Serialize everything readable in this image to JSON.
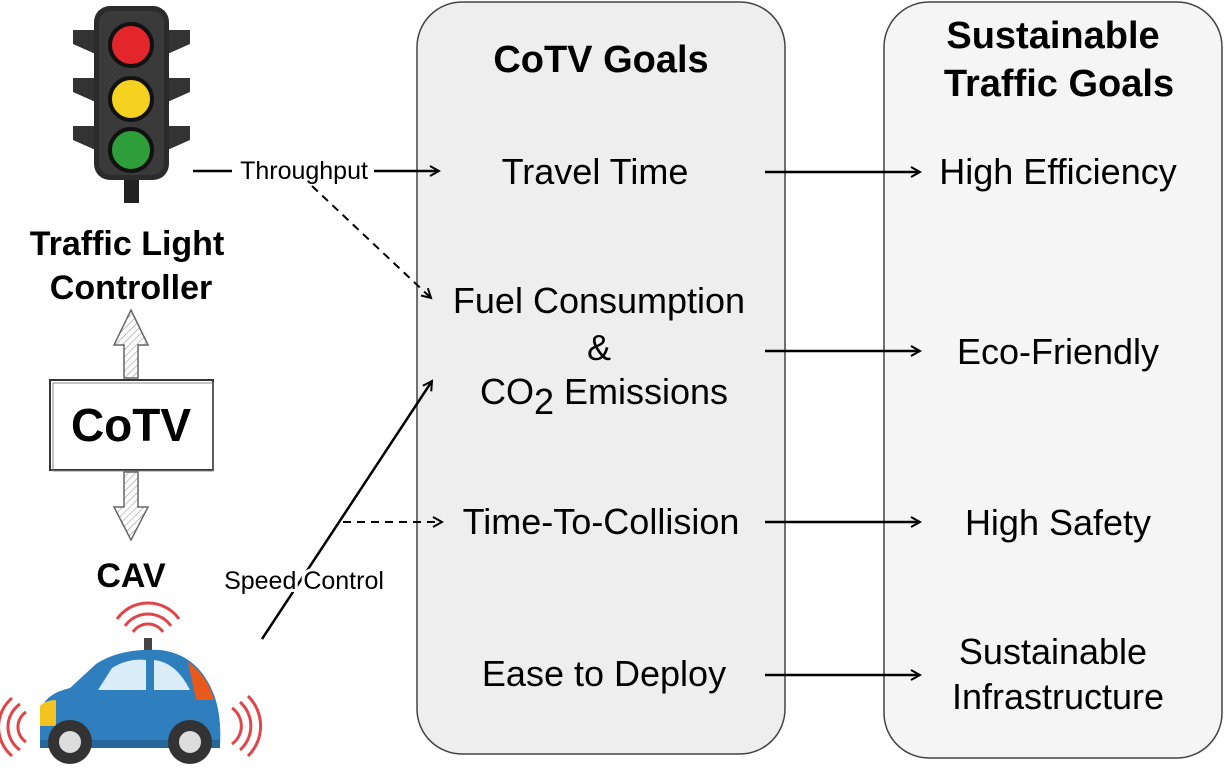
{
  "left": {
    "controller_label_line1": "Traffic Light",
    "controller_label_line2": "Controller",
    "cotv_box_label": "CoTV",
    "cav_label": "CAV"
  },
  "edges": {
    "throughput_label": "Throughput",
    "speed_control_label": "Speed Control"
  },
  "cotv_goals": {
    "title": "CoTV Goals",
    "travel_time": "Travel Time",
    "fuel_line1": "Fuel Consumption",
    "fuel_line2": "&",
    "co2_prefix": "CO",
    "co2_sub": "2",
    "co2_suffix": " Emissions",
    "ttc": "Time-To-Collision",
    "ease_deploy": "Ease to Deploy"
  },
  "sustainable_goals": {
    "title_line1": "Sustainable",
    "title_line2": "Traffic Goals",
    "high_efficiency": "High Efficiency",
    "eco_friendly": "Eco-Friendly",
    "high_safety": "High Safety",
    "infra_line1": "Sustainable",
    "infra_line2": "Infrastructure"
  },
  "colors": {
    "panel_fill": "#eeeeee",
    "panel_fill_right": "#f5f5f5",
    "panel_stroke": "#444444",
    "light_red": "#e3262b",
    "light_yellow": "#f4d21f",
    "light_green": "#2e9e3a",
    "car_blue": "#2f7fbf",
    "car_orange": "#e85a1c",
    "signal_red": "#e0454a"
  }
}
